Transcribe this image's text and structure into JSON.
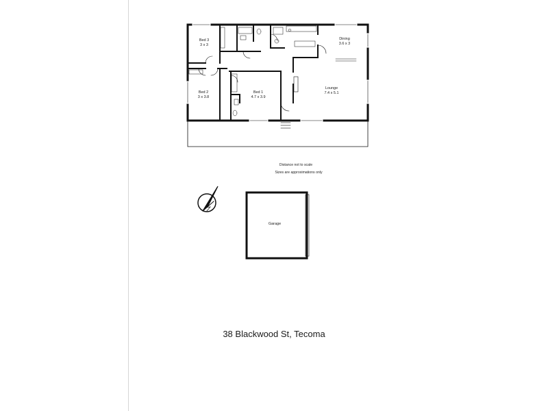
{
  "rooms": {
    "bed3": {
      "name": "Bed 3",
      "size": "3 x 3"
    },
    "bed2": {
      "name": "Bed 2",
      "size": "3 x 3.8"
    },
    "bed1": {
      "name": "Bed 1",
      "size": "4.7 x 3.9"
    },
    "dining": {
      "name": "Dining",
      "size": "3.6 x 3"
    },
    "lounge": {
      "name": "Lounge",
      "size": "7.4 x 5.1"
    },
    "garage": {
      "name": "Garage"
    }
  },
  "notes": {
    "scale": "Distance not to scale",
    "approx": "Sizes are approximations only"
  },
  "address": "38 Blackwood St, Tecoma"
}
